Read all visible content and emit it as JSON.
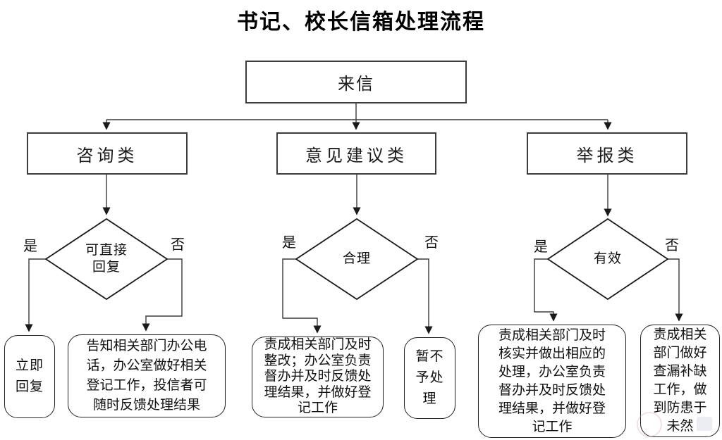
{
  "title": "书记、校长信箱处理流程",
  "root_label": "来信",
  "branches": [
    {
      "category": "咨询类",
      "decision": "可直接回复",
      "yes": "是",
      "no": "否",
      "yes_outcome": "立即回复",
      "no_outcome": "告知相关部门办公电话，办公室做好相关登记工作，投信者可随时反馈处理结果"
    },
    {
      "category": "意见建议类",
      "decision": "合理",
      "yes": "是",
      "no": "否",
      "yes_outcome": "责成相关部门及时整改；办公室负责督办并及时反馈处理结果，并做好登记工作",
      "no_outcome": "暂不予处理"
    },
    {
      "category": "举报类",
      "decision": "有效",
      "yes": "是",
      "no": "否",
      "yes_outcome": "责成相关部门及时核实并做出相应的处理，办公室负责督办并及时反馈处理结果，并做好登记工作",
      "no_outcome": "责成相关部门做好查漏补缺工作，做到防患于未然"
    }
  ],
  "colors": {
    "line": "#3a3a3a",
    "border": "#3c3c3c",
    "text": "#1a1a1a",
    "background": "#ffffff"
  }
}
